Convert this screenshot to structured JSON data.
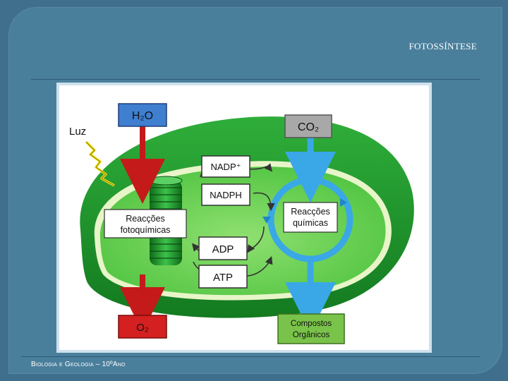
{
  "slide": {
    "title": "FOTOSSÍNTESE",
    "footer": "Biologia e Geologia – 10ºAno"
  },
  "diagram": {
    "luz": "Luz",
    "h2o": "H₂O",
    "o2": "O₂",
    "co2": "CO₂",
    "nadp": "NADP⁺",
    "nadph": "NADPH",
    "adp": "ADP",
    "atp": "ATP",
    "photo_line1": "Reacções",
    "photo_line2": "fotoquímicas",
    "chem_line1": "Reacções",
    "chem_line2": "químicas",
    "comp_line1": "Compostos",
    "comp_line2": "Orgânicos"
  },
  "colors": {
    "background": "#4a7f9c",
    "chloroplast_dark": "#1f8a2a",
    "chloroplast_light": "#6fd25a",
    "water_box": "#3f7fd0",
    "co2_box": "#a8a8a8",
    "o2_box": "#d42020",
    "organic_box": "#7ac34a",
    "red_arrow": "#c41a1a",
    "blue_cycle": "#3aa8e6"
  }
}
